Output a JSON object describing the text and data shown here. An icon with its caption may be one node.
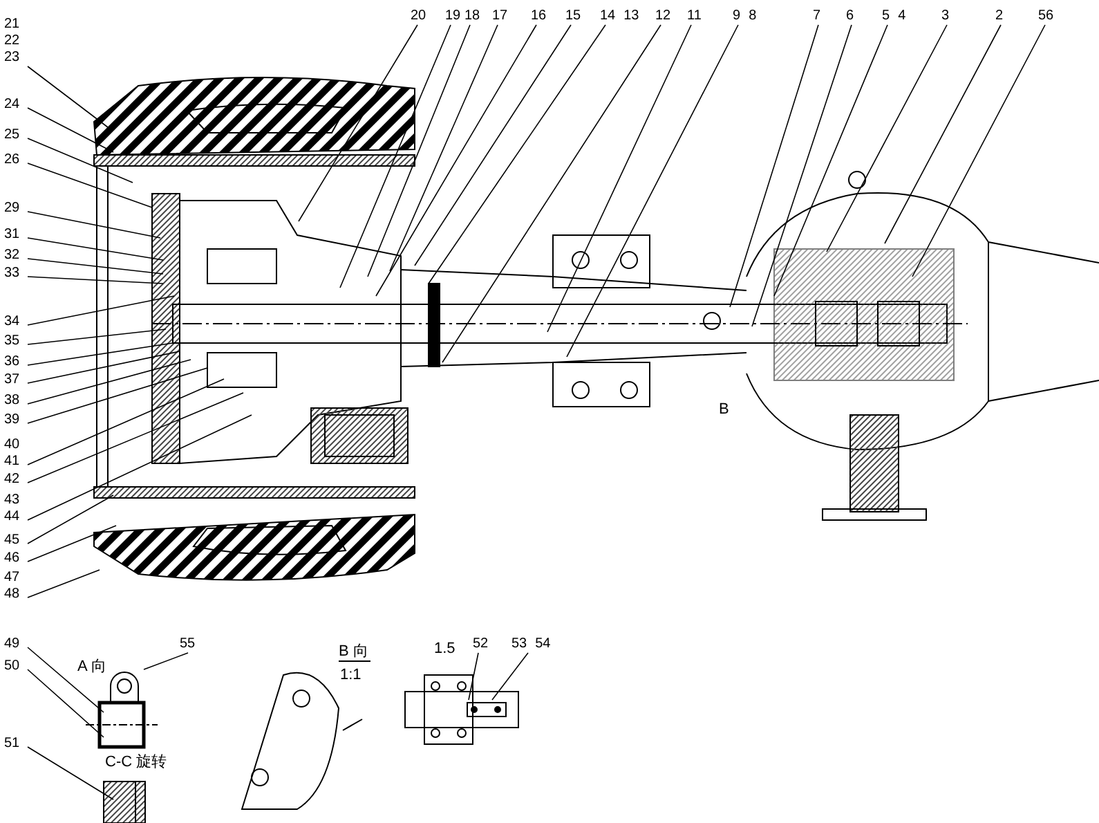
{
  "diagram": {
    "nodes": [
      {
        "text": [
          "21",
          "22",
          "23"
        ]
      },
      {
        "text": [
          "24"
        ]
      },
      {
        "text": [
          "25"
        ]
      },
      {
        "text": [
          "26"
        ]
      },
      {
        "text": [
          "29"
        ]
      },
      {
        "text": [
          "31"
        ]
      },
      {
        "text": [
          "32"
        ]
      },
      {
        "text": [
          "33"
        ]
      },
      {
        "text": [
          "34"
        ]
      },
      {
        "text": [
          "35"
        ]
      },
      {
        "text": [
          "36"
        ]
      },
      {
        "text": [
          "37"
        ]
      },
      {
        "text": [
          "38"
        ]
      },
      {
        "text": [
          "39"
        ]
      },
      {
        "text": [
          "40",
          "41"
        ]
      },
      {
        "text": [
          "42"
        ]
      },
      {
        "text": [
          "43",
          "44"
        ]
      },
      {
        "text": [
          "45"
        ]
      },
      {
        "text": [
          "46"
        ]
      },
      {
        "text": [
          "47",
          "48"
        ]
      },
      {
        "text": [
          "20"
        ]
      },
      {
        "text": [
          "19"
        ]
      },
      {
        "text": [
          "18"
        ]
      },
      {
        "text": [
          "17"
        ]
      },
      {
        "text": [
          "16"
        ]
      },
      {
        "text": [
          "15"
        ]
      },
      {
        "text": [
          "14",
          "13"
        ]
      },
      {
        "text": [
          "12"
        ]
      },
      {
        "text": [
          "11"
        ]
      },
      {
        "text": [
          "9",
          "8"
        ]
      },
      {
        "text": [
          "7"
        ]
      },
      {
        "text": [
          "6"
        ]
      },
      {
        "text": [
          "5",
          "4"
        ]
      },
      {
        "text": [
          "3"
        ]
      },
      {
        "text": [
          "2"
        ]
      },
      {
        "text": [
          "56"
        ]
      },
      {
        "text": [
          "49"
        ]
      },
      {
        "text": [
          "50"
        ]
      },
      {
        "text": [
          "55"
        ]
      },
      {
        "text": [
          "51"
        ]
      },
      {
        "text": [
          "52"
        ]
      },
      {
        "text": [
          "53",
          "54"
        ]
      },
      {
        "text": [],
        "shape": "picture"
      }
    ],
    "edges": [
      {
        "from": 0,
        "to": null,
        "arrow": "none"
      },
      {
        "from": 1,
        "to": null,
        "arrow": "none"
      },
      {
        "from": 2,
        "to": null,
        "arrow": "none"
      },
      {
        "from": 3,
        "to": null,
        "arrow": "none"
      },
      {
        "from": 4,
        "to": null,
        "arrow": "none"
      },
      {
        "from": 5,
        "to": null,
        "arrow": "none"
      },
      {
        "from": 6,
        "to": null,
        "arrow": "none"
      },
      {
        "from": 7,
        "to": null,
        "arrow": "none"
      },
      {
        "from": 8,
        "to": null,
        "arrow": "none"
      },
      {
        "from": 9,
        "to": null,
        "arrow": "none"
      },
      {
        "from": 10,
        "to": null,
        "arrow": "none"
      },
      {
        "from": 11,
        "to": null,
        "arrow": "none"
      },
      {
        "from": 12,
        "to": null,
        "arrow": "none"
      },
      {
        "from": 13,
        "to": null,
        "arrow": "none"
      },
      {
        "from": 14,
        "to": null,
        "arrow": "none"
      },
      {
        "from": 15,
        "to": null,
        "arrow": "none"
      },
      {
        "from": 16,
        "to": null,
        "arrow": "none"
      },
      {
        "from": 17,
        "to": null,
        "arrow": "none"
      },
      {
        "from": 18,
        "to": null,
        "arrow": "none"
      },
      {
        "from": 19,
        "to": null,
        "arrow": "none"
      },
      {
        "from": 20,
        "to": null,
        "arrow": "none"
      },
      {
        "from": 21,
        "to": null,
        "arrow": "none"
      },
      {
        "from": 22,
        "to": null,
        "arrow": "none"
      },
      {
        "from": 23,
        "to": null,
        "arrow": "none"
      },
      {
        "from": 24,
        "to": null,
        "arrow": "none"
      },
      {
        "from": 25,
        "to": null,
        "arrow": "none"
      },
      {
        "from": 26,
        "to": null,
        "arrow": "none"
      },
      {
        "from": 27,
        "to": null,
        "arrow": "none"
      },
      {
        "from": 28,
        "to": null,
        "arrow": "none"
      },
      {
        "from": 29,
        "to": null,
        "arrow": "none"
      },
      {
        "from": 30,
        "to": null,
        "arrow": "none"
      },
      {
        "from": 31,
        "to": null,
        "arrow": "none"
      },
      {
        "from": 32,
        "to": null,
        "arrow": "none"
      },
      {
        "from": 33,
        "to": null,
        "arrow": "none"
      },
      {
        "from": 34,
        "to": null,
        "arrow": "none"
      },
      {
        "from": 35,
        "to": null,
        "arrow": "none"
      },
      {
        "from": 36,
        "to": 42,
        "arrow": "none"
      },
      {
        "from": 37,
        "to": 42,
        "arrow": "none"
      },
      {
        "from": 38,
        "to": 42,
        "arrow": "none"
      },
      {
        "from": 39,
        "to": null,
        "arrow": "none"
      },
      {
        "from": 40,
        "to": null,
        "arrow": "none"
      },
      {
        "from": 41,
        "to": null,
        "arrow": "none"
      }
    ],
    "labels": [
      "A 向",
      "C-C 旋转",
      "B 向",
      "1:1",
      "1.5",
      "B"
    ]
  }
}
